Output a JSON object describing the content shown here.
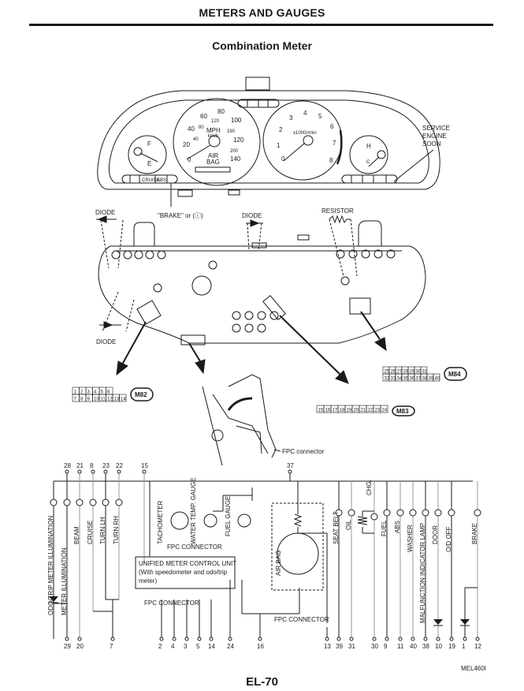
{
  "header": {
    "section_title": "METERS AND GAUGES",
    "subtitle": "Combination Meter"
  },
  "footer": {
    "page_number": "EL-70",
    "figure_code": "MEL460I"
  },
  "meter_face": {
    "speedometer": {
      "unit_label": "MPH",
      "sub_unit_label": "km/h",
      "mph_ticks": [
        "0",
        "20",
        "40",
        "60",
        "80",
        "100",
        "120",
        "140"
      ],
      "kmh_ticks": [
        "40",
        "80",
        "120",
        "160",
        "200"
      ],
      "inner_label_line1": "AIR",
      "inner_label_line2": "BAG"
    },
    "tachometer": {
      "unit_label": "x1000r/min",
      "ticks": [
        "0",
        "1",
        "2",
        "3",
        "4",
        "5",
        "6",
        "7",
        "8"
      ]
    },
    "fuel_gauge": {
      "full": "F",
      "empty": "E"
    },
    "temp_gauge": {
      "hot": "H",
      "cold": "C"
    },
    "left_indicators": [
      "fuel-pump",
      "gear",
      "CRUISE",
      "ABS",
      "brake"
    ],
    "top_indicators": [
      "turn-left-arrow",
      "O/D OFF",
      "high-beam",
      "turn-right-arrow"
    ],
    "right_indicators": [
      "battery",
      "seatbelt",
      "oil",
      "door",
      "service"
    ],
    "callouts": {
      "service_engine_soon": [
        "SERVICE",
        "ENGINE",
        "SOON"
      ],
      "brake": "\"BRAKE\" or (ⓘ)"
    }
  },
  "back_view": {
    "diode_labels": [
      "DIODE",
      "DIODE",
      "DIODE"
    ],
    "resistor_label": "RESISTOR",
    "fpc_connector_label": "FPC connector"
  },
  "connectors": {
    "M82": {
      "label": "M82",
      "row1": [
        "1",
        "2",
        "3",
        "4",
        "5",
        "6"
      ],
      "row2": [
        "7",
        "8",
        "9",
        "10",
        "11",
        "12",
        "13",
        "14"
      ]
    },
    "M83": {
      "label": "M83",
      "row1": [
        "15",
        "16",
        "17",
        "18",
        "19",
        "20",
        "21",
        "22",
        "23",
        "24"
      ]
    },
    "M84": {
      "label": "M84",
      "row1": [
        "25",
        "26",
        "27",
        "28",
        "29",
        "30",
        "31"
      ],
      "row2": [
        "32",
        "33",
        "34",
        "35",
        "36",
        "37",
        "38",
        "39",
        "40"
      ]
    }
  },
  "schematic": {
    "top_pins": [
      "28",
      "21",
      "8",
      "23",
      "22",
      "15",
      "37"
    ],
    "bottom_pins": [
      "29",
      "20",
      "7",
      "2",
      "4",
      "3",
      "5",
      "14",
      "24",
      "16",
      "13",
      "39",
      "31",
      "30",
      "9",
      "11",
      "40",
      "38",
      "10",
      "19",
      "1",
      "12"
    ],
    "lamps_left": [
      "ODO/TRIP METER ILLUMINATION",
      "METER ILLUMINATION",
      "BEAM",
      "CRUISE",
      "TURN LH",
      "TURN RH"
    ],
    "gauges": [
      "TACHOMETER",
      "WATER TEMP. GAUGE",
      "FUEL GAUGE"
    ],
    "fpc_connector": "FPC CONNECTOR",
    "unit_box_line1": "UNIFIED METER CONTROL UNIT",
    "unit_box_line2": "(With speedometer and odo/trip",
    "unit_box_line3": "meter)",
    "air_bag": "AIR BAG",
    "lamps_right": [
      "SEAT BELT",
      "OIL",
      "CHG.",
      "FUEL",
      "ABS",
      "WASHER",
      "MALFUNCTION INDICATOR LAMP",
      "DOOR",
      "O/D OFF",
      "BRAKE"
    ]
  }
}
